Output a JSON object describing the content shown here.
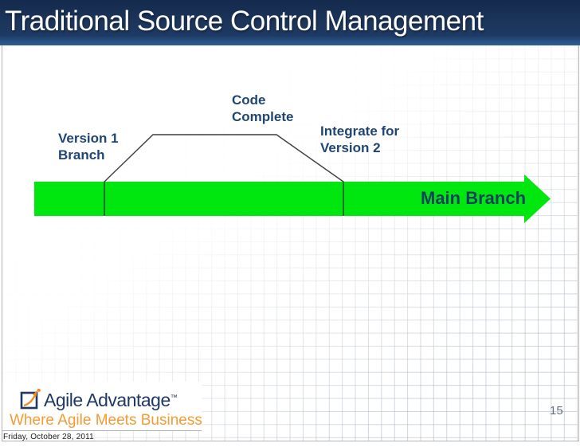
{
  "slide": {
    "title": "Traditional Source Control Management",
    "page_number": "15",
    "footer_date": "Friday, October 28, 2011"
  },
  "diagram": {
    "type": "branching-timeline",
    "labels": {
      "version1_line1": "Version 1",
      "version1_line2": "Branch",
      "code_line1": "Code",
      "code_line2": "Complete",
      "integrate_line1": "Integrate for",
      "integrate_line2": "Version 2",
      "main_branch": "Main Branch"
    },
    "colors": {
      "branch_arrow_green": "#00E70F",
      "label_blue": "#1F4575",
      "main_branch_text": "#153F5E",
      "branch_line": "#3D3D3D"
    }
  },
  "logo": {
    "name": "Agile Advantage",
    "trademark": "™",
    "tagline": "Where Agile Meets Business",
    "colors": {
      "navy": "#1F3864",
      "orange": "#F49B33"
    }
  },
  "theme": {
    "title_bar_navy": "#1E3A64",
    "title_bar_light_edge": "#2E5E93",
    "grid_line": "#C3CCD6",
    "page_number_gray": "#5F7183"
  },
  "icons": {
    "logo_icon": "square-with-orange-growth-arrow"
  }
}
